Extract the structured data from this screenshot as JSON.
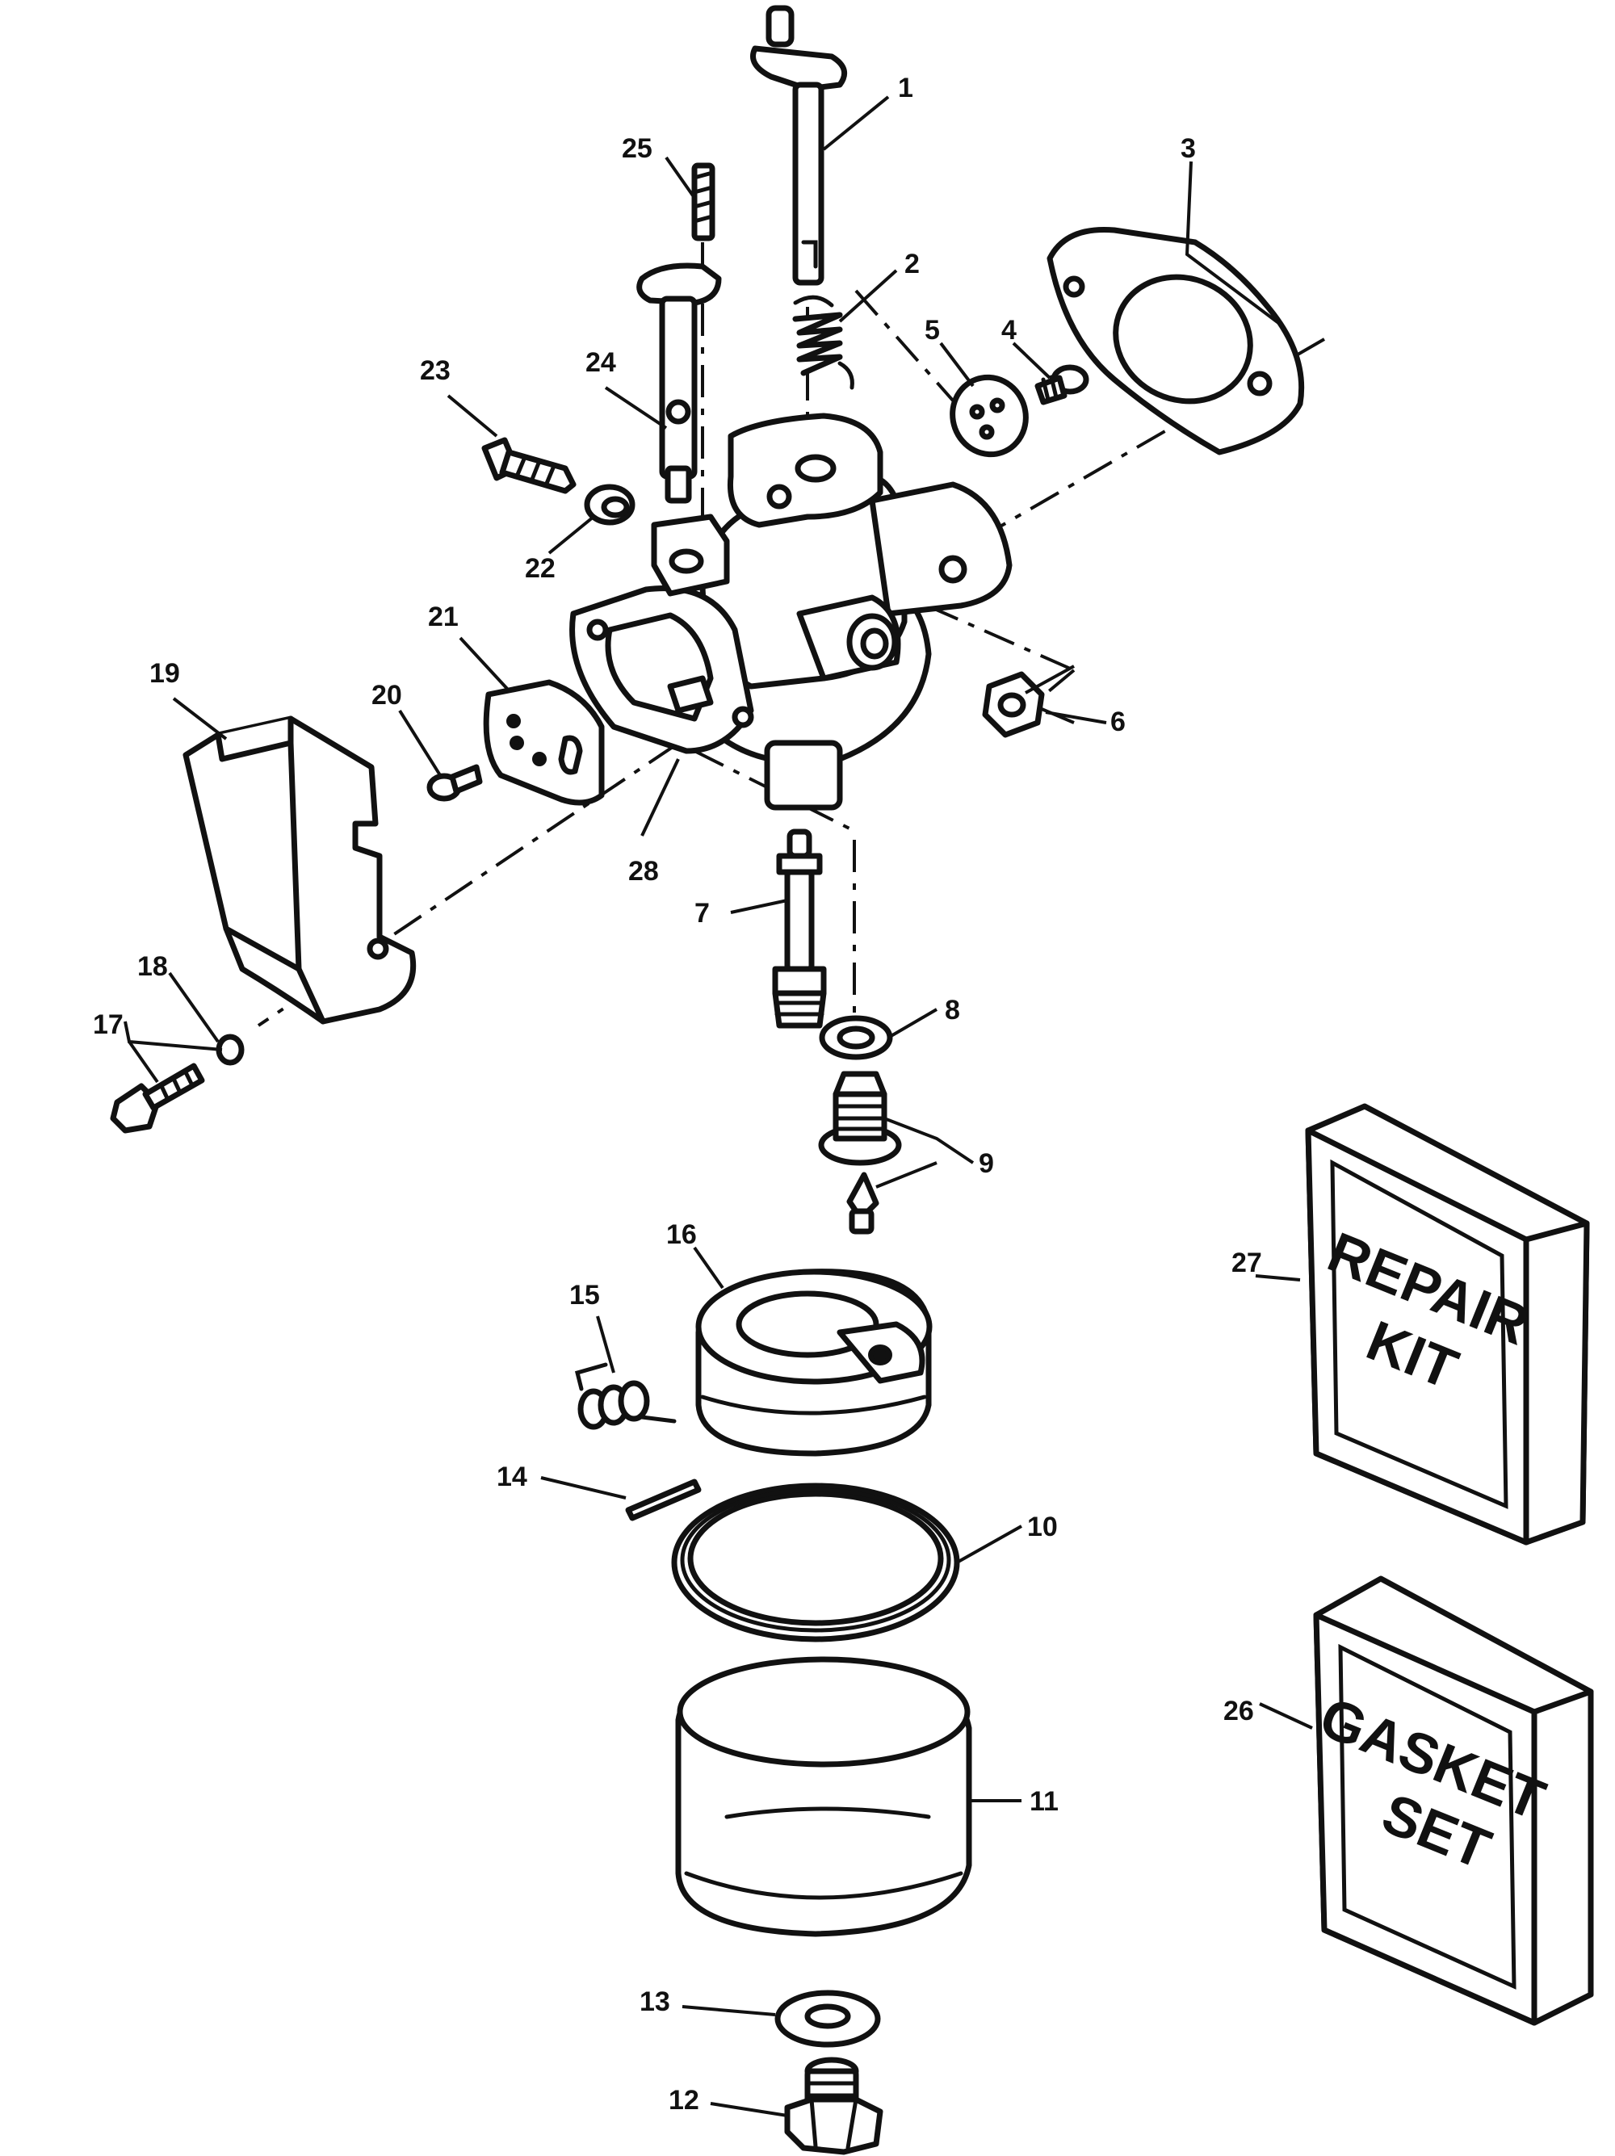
{
  "diagram": {
    "callouts": [
      {
        "id": "1",
        "label": "1"
      },
      {
        "id": "2",
        "label": "2"
      },
      {
        "id": "3",
        "label": "3"
      },
      {
        "id": "4",
        "label": "4"
      },
      {
        "id": "5",
        "label": "5"
      },
      {
        "id": "6",
        "label": "6"
      },
      {
        "id": "7",
        "label": "7"
      },
      {
        "id": "8",
        "label": "8"
      },
      {
        "id": "9",
        "label": "9"
      },
      {
        "id": "10",
        "label": "10"
      },
      {
        "id": "11",
        "label": "11"
      },
      {
        "id": "12",
        "label": "12"
      },
      {
        "id": "13",
        "label": "13"
      },
      {
        "id": "14",
        "label": "14"
      },
      {
        "id": "15",
        "label": "15"
      },
      {
        "id": "16",
        "label": "16"
      },
      {
        "id": "17",
        "label": "17"
      },
      {
        "id": "18",
        "label": "18"
      },
      {
        "id": "19",
        "label": "19"
      },
      {
        "id": "20",
        "label": "20"
      },
      {
        "id": "21",
        "label": "21"
      },
      {
        "id": "22",
        "label": "22"
      },
      {
        "id": "23",
        "label": "23"
      },
      {
        "id": "24",
        "label": "24"
      },
      {
        "id": "25",
        "label": "25"
      },
      {
        "id": "26",
        "label": "26"
      },
      {
        "id": "27",
        "label": "27"
      },
      {
        "id": "28",
        "label": "28"
      }
    ],
    "repair_kit": {
      "line1": "REPAIR",
      "line2": "KIT"
    },
    "gasket_set": {
      "line1": "GASKET",
      "line2": "SET"
    }
  }
}
